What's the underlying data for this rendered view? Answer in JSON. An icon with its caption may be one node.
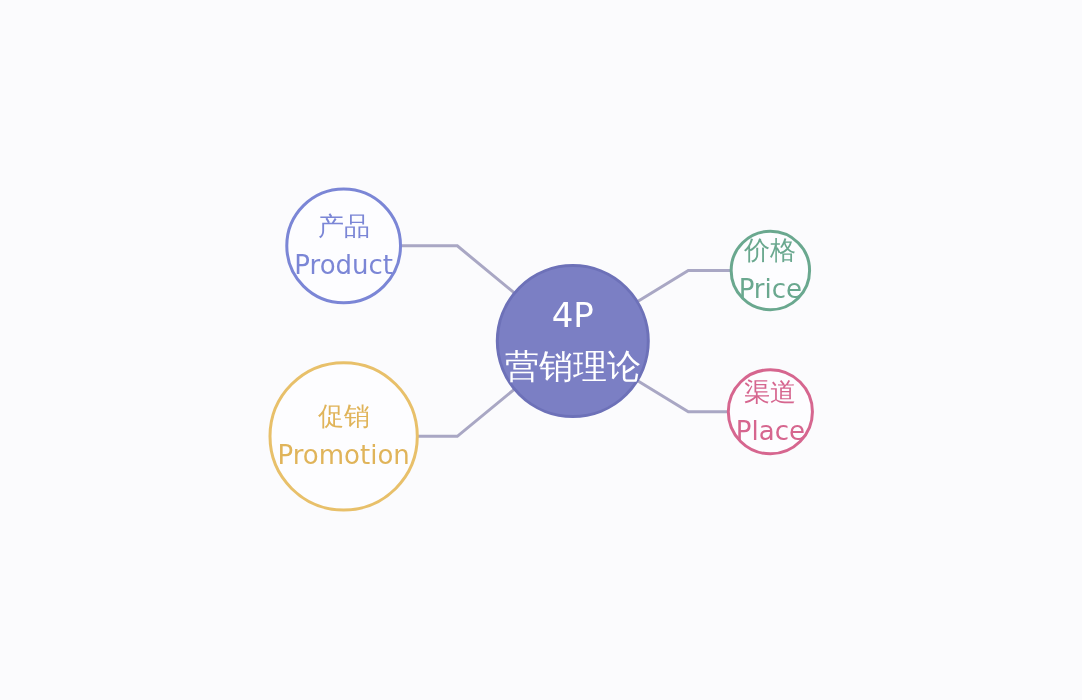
{
  "diagram": {
    "nodes": [
      {
        "text": [
          "产品",
          "Product"
        ]
      },
      {
        "text": [
          "价格",
          "Price"
        ]
      },
      {
        "text": [
          "4P",
          "营销理论"
        ]
      },
      {
        "text": [
          "促销",
          "Promotion"
        ]
      },
      {
        "text": [
          "渠道",
          "Place"
        ]
      }
    ],
    "edges": [
      {
        "from": 0,
        "to": 2,
        "arrow": "none"
      },
      {
        "from": 2,
        "to": 1,
        "arrow": "none"
      },
      {
        "from": 3,
        "to": 2,
        "arrow": "none"
      },
      {
        "from": 2,
        "to": 4,
        "arrow": "none"
      }
    ]
  }
}
